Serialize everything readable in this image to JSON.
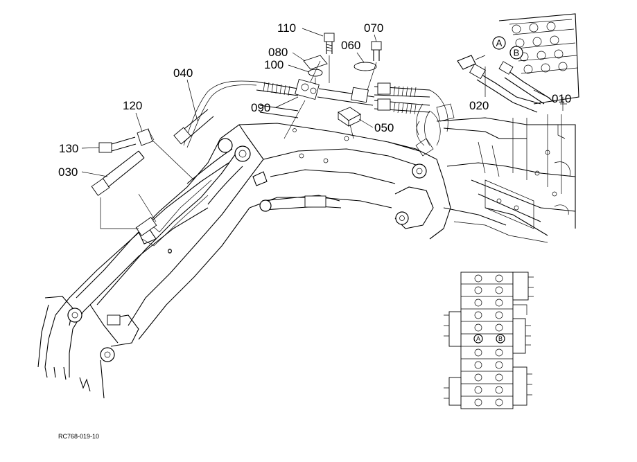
{
  "drawing": {
    "reference_code": "RC768-019-10",
    "part_labels": {
      "p010": "010",
      "p020": "020",
      "p030": "030",
      "p040": "040",
      "p050": "050",
      "p060": "060",
      "p070": "070",
      "p080": "080",
      "p090": "090",
      "p100": "100",
      "p110": "110",
      "p120": "120",
      "p130": "130"
    },
    "port_markers": {
      "a": "A",
      "b": "B"
    }
  }
}
